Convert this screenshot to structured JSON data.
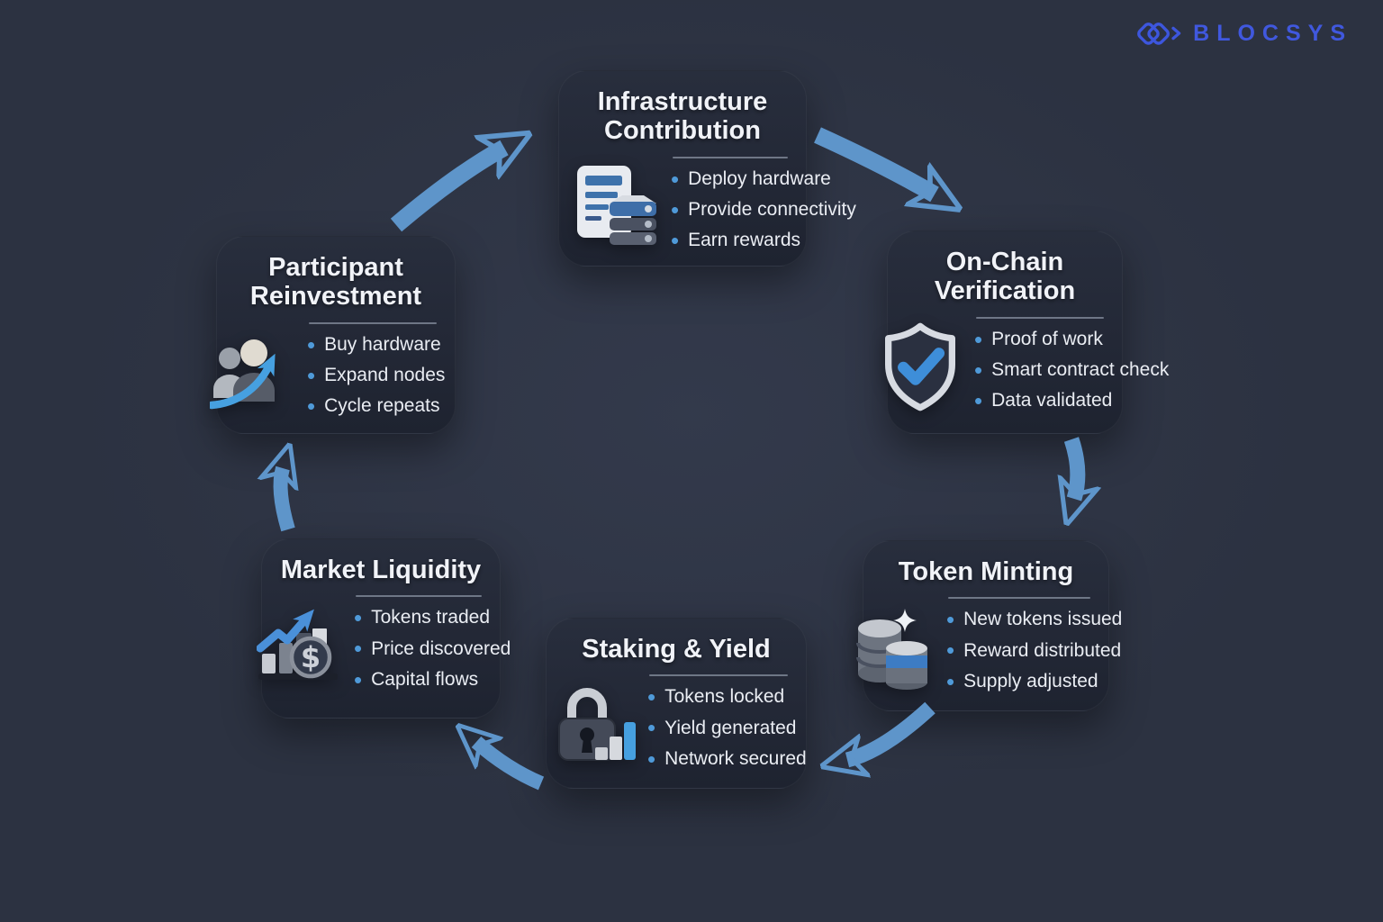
{
  "logo": {
    "text": "BLOCSYS",
    "color": "#4058de",
    "icon": "blocsys-diamonds-icon"
  },
  "colors": {
    "background": "#2c3241",
    "card": "#232837",
    "arrow": "#5e95ca",
    "bullet_dot": "#4f9ad9",
    "title_text": "#f1f3f8",
    "body_text": "#eaedf3"
  },
  "diagram": {
    "type": "cycle",
    "nodes": [
      {
        "id": "infrastructure-contribution",
        "title": "Infrastructure Contribution",
        "icon": "document-server-icon",
        "bullets": [
          "Deploy hardware",
          "Provide connectivity",
          "Earn rewards"
        ]
      },
      {
        "id": "on-chain-verification",
        "title": "On-Chain Verification",
        "icon": "shield-check-icon",
        "bullets": [
          "Proof of work",
          "Smart contract check",
          "Data validated"
        ]
      },
      {
        "id": "token-minting",
        "title": "Token Minting",
        "icon": "coin-stacks-sparkle-icon",
        "bullets": [
          "New tokens issued",
          "Reward distributed",
          "Supply adjusted"
        ]
      },
      {
        "id": "staking-yield",
        "title": "Staking & Yield",
        "icon": "padlock-bars-icon",
        "bullets": [
          "Tokens locked",
          "Yield generated",
          "Network secured"
        ]
      },
      {
        "id": "market-liquidity",
        "title": "Market Liquidity",
        "icon": "chart-dollar-icon",
        "bullets": [
          "Tokens traded",
          "Price discovered",
          "Capital flows"
        ]
      },
      {
        "id": "participant-reinvestment",
        "title": "Participant Reinvestment",
        "icon": "people-growth-icon",
        "bullets": [
          "Buy hardware",
          "Expand nodes",
          "Cycle repeats"
        ]
      }
    ],
    "flows": [
      {
        "from": "participant-reinvestment",
        "to": "infrastructure-contribution"
      },
      {
        "from": "infrastructure-contribution",
        "to": "on-chain-verification"
      },
      {
        "from": "on-chain-verification",
        "to": "token-minting"
      },
      {
        "from": "token-minting",
        "to": "staking-yield"
      },
      {
        "from": "staking-yield",
        "to": "market-liquidity"
      },
      {
        "from": "market-liquidity",
        "to": "participant-reinvestment"
      }
    ]
  }
}
